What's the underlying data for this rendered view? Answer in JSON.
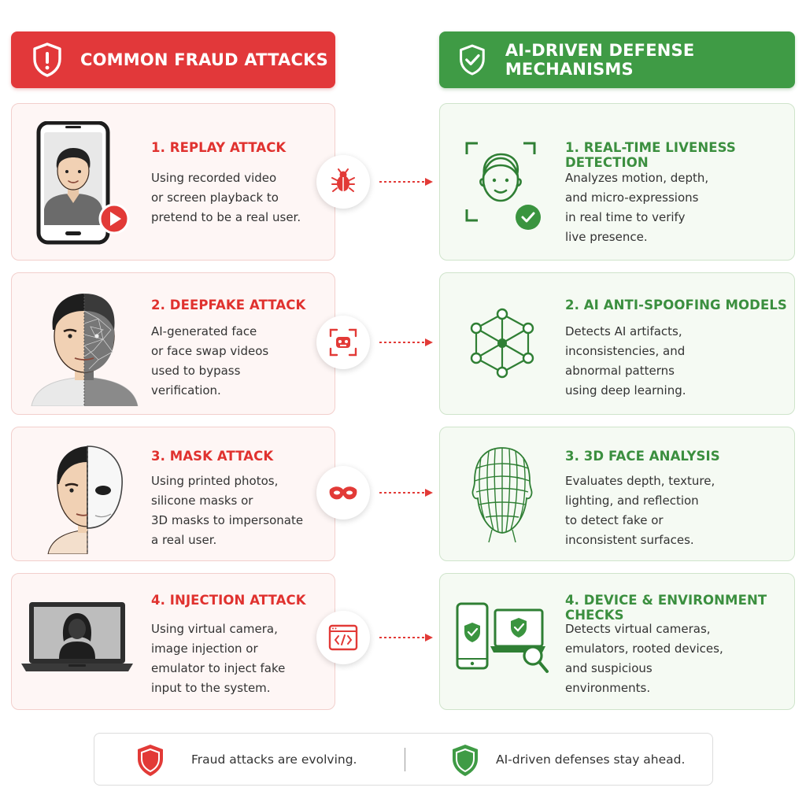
{
  "left_header": {
    "title": "COMMON FRAUD ATTACKS",
    "icon": "shield-alert-icon",
    "color": "#e2383a"
  },
  "right_header": {
    "title": "AI-DRIVEN DEFENSE MECHANISMS",
    "icon": "shield-check-icon",
    "color": "#3f9b45"
  },
  "attacks": [
    {
      "title": "1. REPLAY ATTACK",
      "lines": [
        "Using recorded video",
        "or screen playback to",
        "pretend to be a real user."
      ],
      "connector_icon": "bug-icon"
    },
    {
      "title": "2. DEEPFAKE ATTACK",
      "lines": [
        "AI-generated face",
        "or face swap videos",
        "used to bypass",
        "verification."
      ],
      "connector_icon": "robot-face-icon"
    },
    {
      "title": "3. MASK ATTACK",
      "lines": [
        "Using printed photos,",
        "silicone masks or",
        "3D masks to impersonate",
        "a real user."
      ],
      "connector_icon": "eye-mask-icon"
    },
    {
      "title": "4. INJECTION ATTACK",
      "lines": [
        "Using virtual camera,",
        "image injection or",
        "emulator to inject fake",
        "input to the system."
      ],
      "connector_icon": "code-window-icon"
    }
  ],
  "defenses": [
    {
      "title": "1. REAL-TIME LIVENESS DETECTION",
      "lines": [
        "Analyzes motion, depth,",
        "and micro-expressions",
        "in real time to verify",
        "live presence."
      ]
    },
    {
      "title": "2. AI ANTI-SPOOFING MODELS",
      "lines": [
        "Detects AI artifacts,",
        "inconsistencies, and",
        "abnormal patterns",
        "using deep learning."
      ]
    },
    {
      "title": "3. 3D FACE ANALYSIS",
      "lines": [
        "Evaluates depth, texture,",
        "lighting, and reflection",
        "to detect fake or",
        "inconsistent surfaces."
      ]
    },
    {
      "title": "4. DEVICE & ENVIRONMENT CHECKS",
      "lines": [
        "Detects virtual cameras,",
        "emulators, rooted devices,",
        "and suspicious",
        "environments."
      ]
    }
  ],
  "footer": {
    "left_text": "Fraud attacks are evolving.",
    "right_text": "AI-driven defenses stay ahead."
  }
}
